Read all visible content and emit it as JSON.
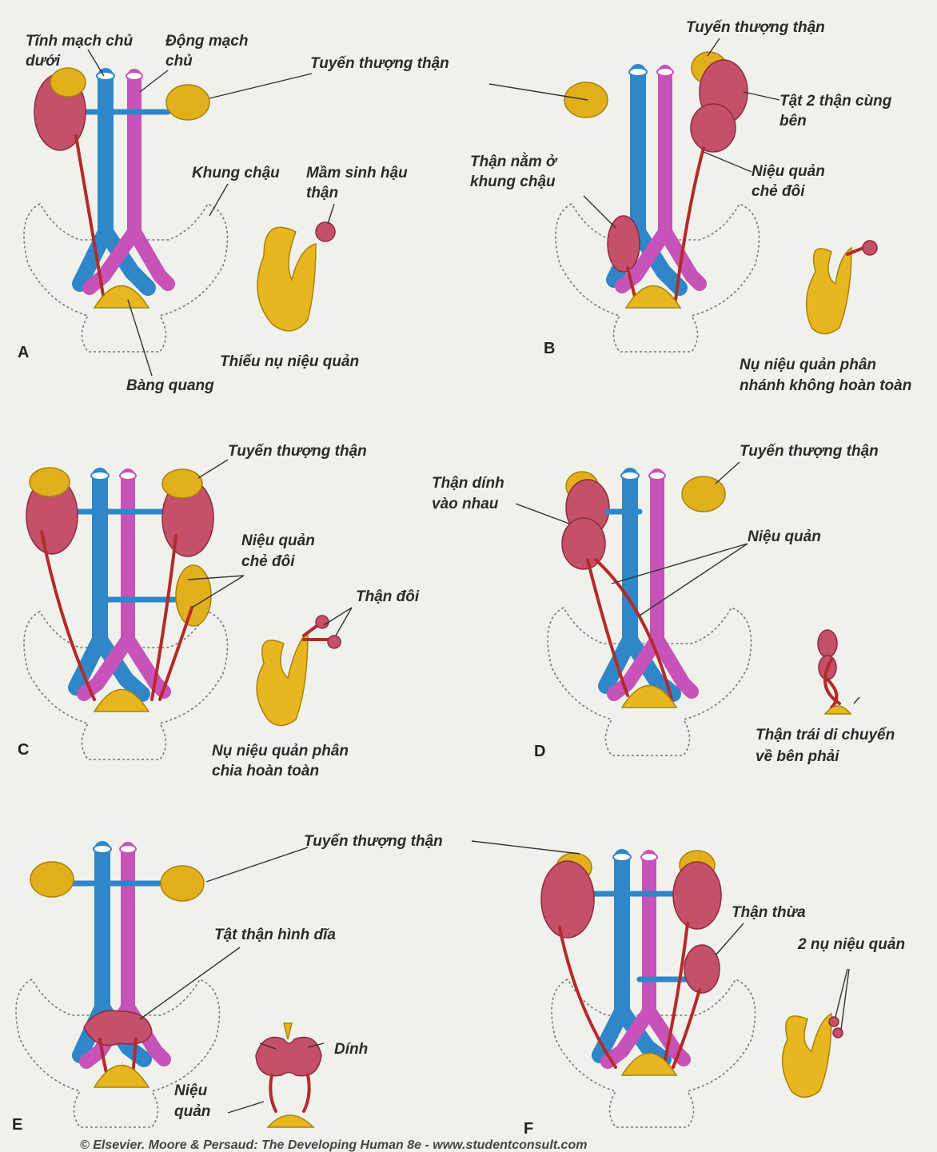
{
  "panels": {
    "A": {
      "letter": "A",
      "ivc": "Tĩnh mạch chủ dưới",
      "ivc_l1": "Tĩnh mạch chủ",
      "ivc_l2": "dưới",
      "aorta_l1": "Động mạch",
      "aorta_l2": "chủ",
      "adrenal": "Tuyến thượng thận",
      "pelvis": "Khung chậu",
      "metanephros_l1": "Mầm sinh hậu",
      "metanephros_l2": "thận",
      "bud_absent": "Thiếu nụ niệu quản",
      "bladder": "Bàng quang"
    },
    "B": {
      "letter": "B",
      "adrenal_top": "Tuyến thượng thận",
      "crossed_l1": "Tật 2 thận cùng",
      "crossed_l2": "bên",
      "pelvic_l1": "Thận nằm ở",
      "pelvic_l2": "khung chậu",
      "bifid_l1": "Niệu quản",
      "bifid_l2": "chẻ đôi",
      "bud_l1": "Nụ niệu quản phân",
      "bud_l2": "nhánh không hoàn toàn"
    },
    "C": {
      "letter": "C",
      "adrenal": "Tuyến thượng thận",
      "bifid_l1": "Niệu quản",
      "bifid_l2": "chẻ đôi",
      "double": "Thận đôi",
      "bud_l1": "Nụ niệu quản phân",
      "bud_l2": "chia hoàn toàn"
    },
    "D": {
      "letter": "D",
      "adrenal": "Tuyến thượng thận",
      "fused_l1": "Thận dính",
      "fused_l2": "vào nhau",
      "ureter": "Niệu quản",
      "move_l1": "Thận trái di chuyển",
      "move_l2": "về bên phải"
    },
    "E": {
      "letter": "E",
      "adrenal": "Tuyến thượng thận",
      "horseshoe": "Tật thận hình dĩa",
      "adhesion": "Dính",
      "ureter_l1": "Niệu",
      "ureter_l2": "quản"
    },
    "F": {
      "letter": "F",
      "supernumerary": "Thận thừa",
      "two_buds": "2 nụ niệu quản"
    }
  },
  "footer": "© Elsevier. Moore & Persaud: The Developing Human 8e - www.studentconsult.com",
  "colors": {
    "vena_cava": "#2f86c8",
    "aorta": "#c752b8",
    "kidney": "#c4506a",
    "adrenal": "#e2b01c",
    "ureter": "#b42a2a"
  }
}
